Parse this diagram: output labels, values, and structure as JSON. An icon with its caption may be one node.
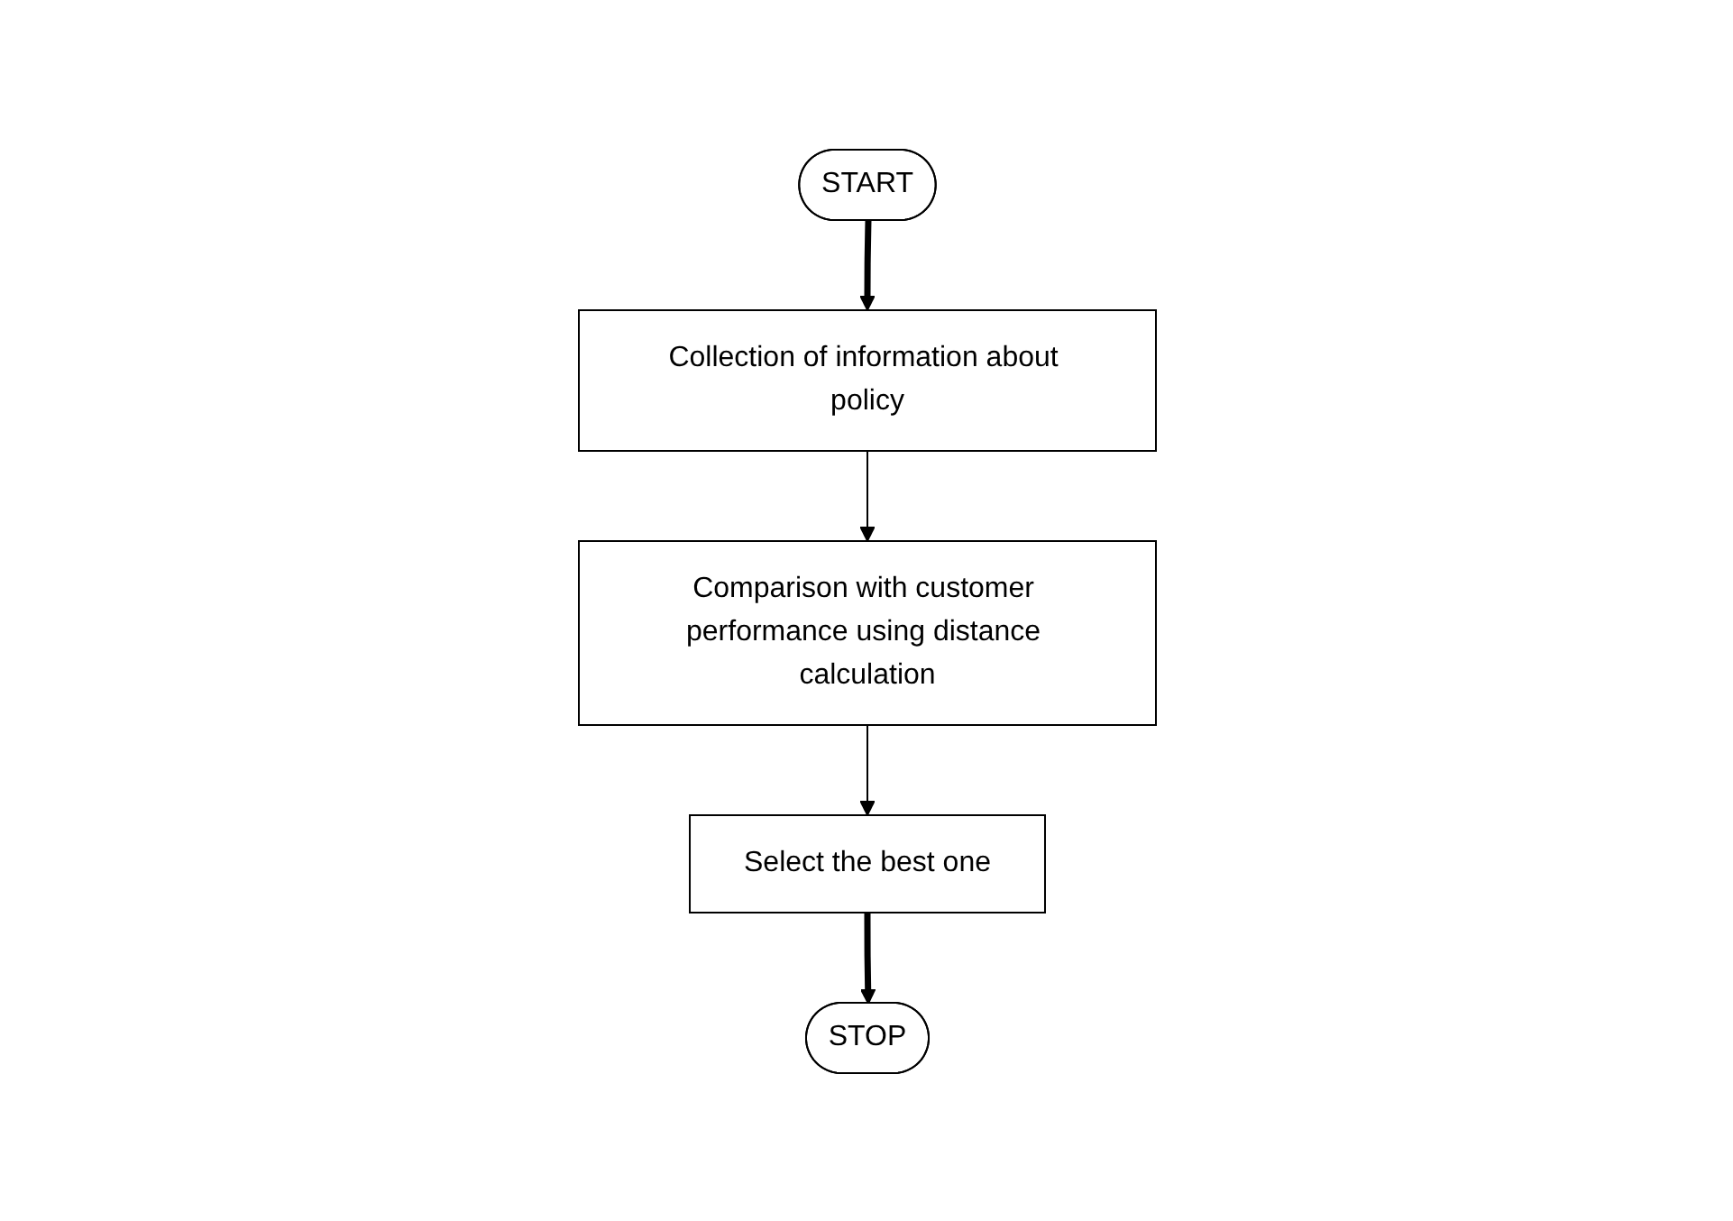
{
  "diagram": {
    "nodes": [
      {
        "text": [
          "START"
        ]
      },
      {
        "text": [
          "Collection of information about policy"
        ]
      },
      {
        "text": [
          "Comparison with customer performance using distance calculation"
        ]
      },
      {
        "text": [
          "Select the best one"
        ]
      },
      {
        "text": [
          "STOP"
        ]
      }
    ],
    "edges": [
      {
        "from": 0,
        "to": 1,
        "arrow": "to",
        "style": "thick"
      },
      {
        "from": 1,
        "to": 2,
        "arrow": "to"
      },
      {
        "from": 2,
        "to": 3,
        "arrow": "to"
      },
      {
        "from": 3,
        "to": 4,
        "arrow": "to",
        "style": "thick"
      }
    ]
  }
}
